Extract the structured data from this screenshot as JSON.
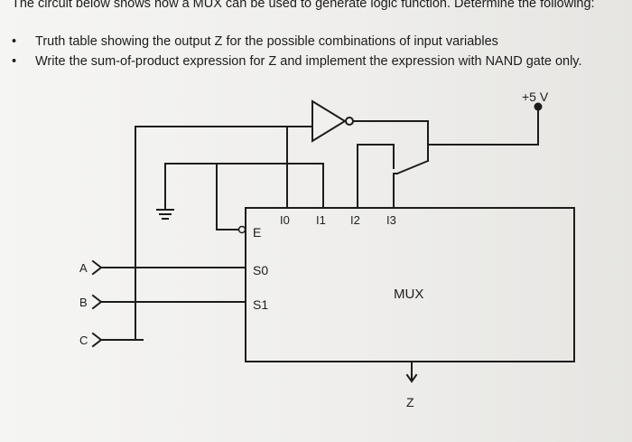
{
  "question": {
    "intro": "The circuit below shows how a MUX can be used to generate logic function. Determine the following:",
    "bullets": [
      "Truth table showing the output Z for the possible combinations of input variables",
      "Write the sum-of-product expression for Z and implement the expression with NAND gate only."
    ]
  },
  "circuit": {
    "supply_label": "+5 V",
    "enable_label": "E",
    "data_inputs": [
      "I0",
      "I1",
      "I2",
      "I3"
    ],
    "select_inputs": [
      "S0",
      "S1"
    ],
    "mux_label": "MUX",
    "input_labels": [
      "A",
      "B",
      "C"
    ],
    "output_label": "Z"
  },
  "colors": {
    "ink": "#1c1c1c",
    "paper": "#f1f0ee"
  }
}
